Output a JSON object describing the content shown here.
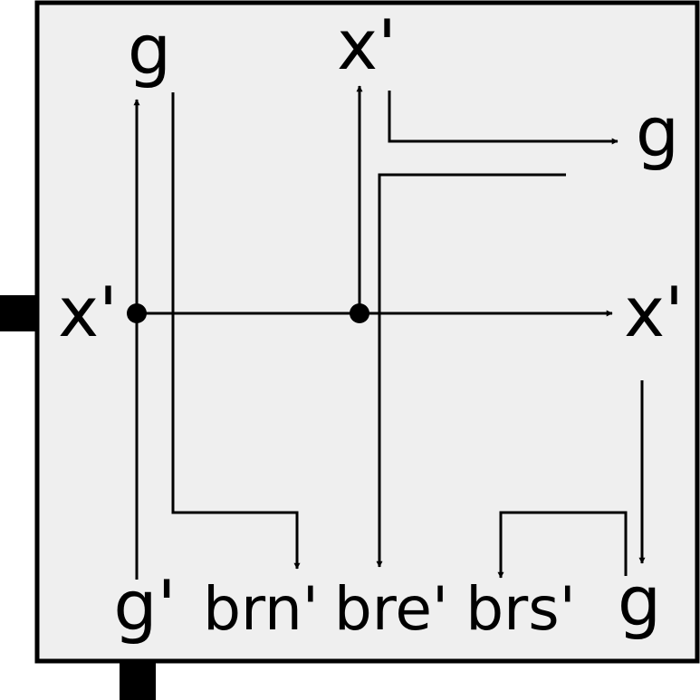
{
  "diagram": {
    "colors": {
      "background": "#efefef",
      "stroke": "#000000"
    },
    "labels": {
      "top_left_g": "g",
      "top_mid_x": "x'",
      "right_top_g": "g",
      "left_x": "x'",
      "right_x": "x'",
      "bottom_g_prime": "g'",
      "bottom_brn": "brn'",
      "bottom_bre": "bre'",
      "bottom_brs": "brs'",
      "bottom_right_g": "g"
    }
  }
}
